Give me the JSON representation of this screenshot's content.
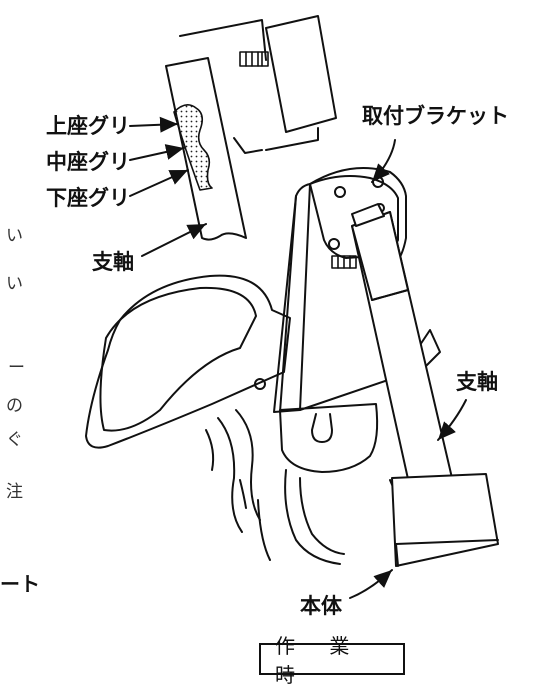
{
  "labels": {
    "upper_counterbore": "上座グリ",
    "middle_counterbore": "中座グリ",
    "lower_counterbore": "下座グリ",
    "shaft_detail": "支軸",
    "mounting_bracket": "取付ブラケット",
    "shaft_main": "支軸",
    "body": "本体",
    "work_time": "作 業 時"
  },
  "margin_text": {
    "fragment_1": "い",
    "fragment_2": "い",
    "fragment_3": "ー",
    "fragment_4": "の",
    "fragment_5": "ぐ",
    "fragment_6": "注",
    "fragment_bold": "ート"
  }
}
